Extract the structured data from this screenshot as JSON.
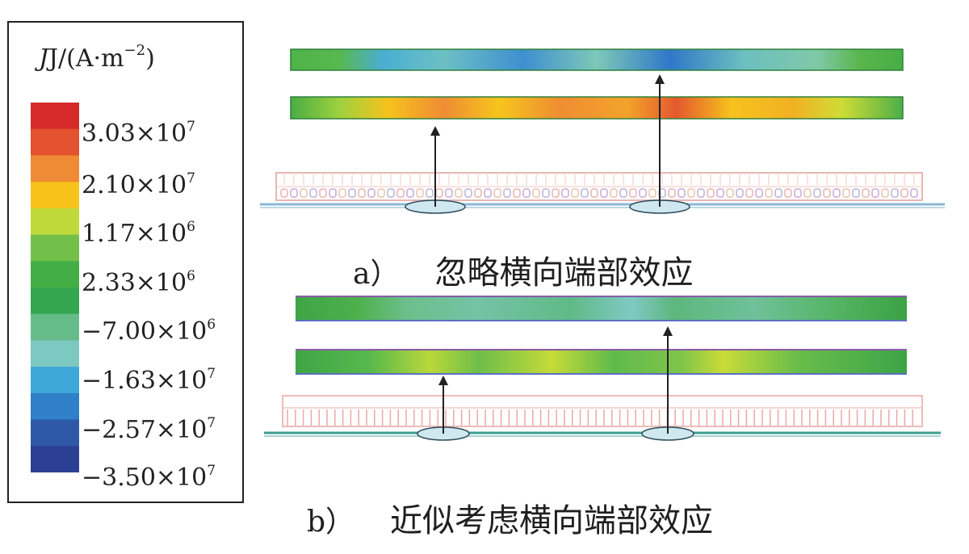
{
  "legend": {
    "title_main": "J/(A·m",
    "title_exp": "−2",
    "title_close": ")",
    "colors": [
      "#d62a2a",
      "#e4522f",
      "#ef8a35",
      "#f7c21b",
      "#bfd93a",
      "#72c04a",
      "#43ae46",
      "#33a64f",
      "#66bc88",
      "#7dc8c0",
      "#3fa8db",
      "#2f7fc9",
      "#3058a8",
      "#2b3f93"
    ],
    "ticks": [
      {
        "mantissa": "3.03×10",
        "exp": "7"
      },
      {
        "mantissa": "2.10×10",
        "exp": "7"
      },
      {
        "mantissa": "1.17×10",
        "exp": "6"
      },
      {
        "mantissa": "2.33×10",
        "exp": "6"
      },
      {
        "mantissa": "−7.00×10",
        "exp": "6"
      },
      {
        "mantissa": "−1.63×10",
        "exp": "7"
      },
      {
        "mantissa": "−2.57×10",
        "exp": "7"
      },
      {
        "mantissa": "−3.50×10",
        "exp": "7"
      }
    ]
  },
  "captions": {
    "a_tag": "a）",
    "a_text": "忽略横向端部效应",
    "b_tag": "b）",
    "b_text": "近似考虑横向端部效应"
  }
}
